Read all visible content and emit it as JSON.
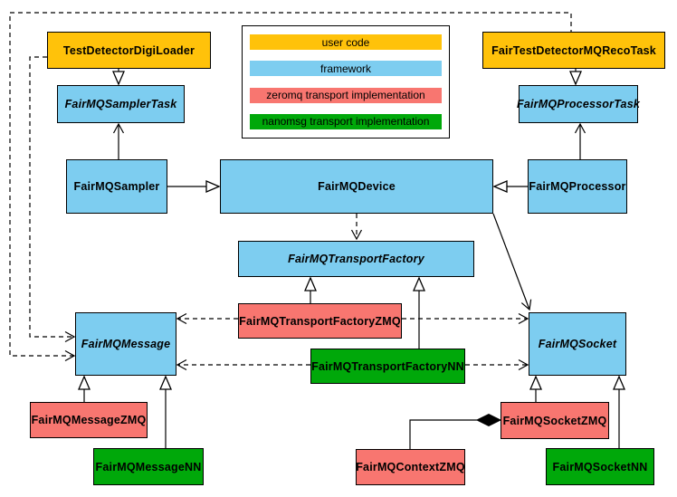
{
  "colors": {
    "user": "#ffc20a",
    "framework": "#7dcdf0",
    "zeromq": "#f87670",
    "nanomsg": "#00a80a",
    "border": "#000000",
    "background": "#ffffff"
  },
  "legend": {
    "items": [
      "user code",
      "framework",
      "zeromq transport implementation",
      "nanomsg transport implementation"
    ]
  },
  "nodes": {
    "test_detector_digi_loader": "TestDetectorDigiLoader",
    "fair_test_detector_mq_reco_task": "FairTestDetectorMQRecoTask",
    "sampler_task": "FairMQSamplerTask",
    "processor_task": "FairMQProcessorTask",
    "sampler": "FairMQSampler",
    "device": "FairMQDevice",
    "processor": "FairMQProcessor",
    "transport_factory": "FairMQTransportFactory",
    "message": "FairMQMessage",
    "socket": "FairMQSocket",
    "transport_factory_zmq": "FairMQTransportFactoryZMQ",
    "transport_factory_nn": "FairMQTransportFactoryNN",
    "message_zmq": "FairMQMessageZMQ",
    "message_nn": "FairMQMessageNN",
    "context_zmq": "FairMQContextZMQ",
    "socket_zmq": "FairMQSocketZMQ",
    "socket_nn": "FairMQSocketNN"
  }
}
